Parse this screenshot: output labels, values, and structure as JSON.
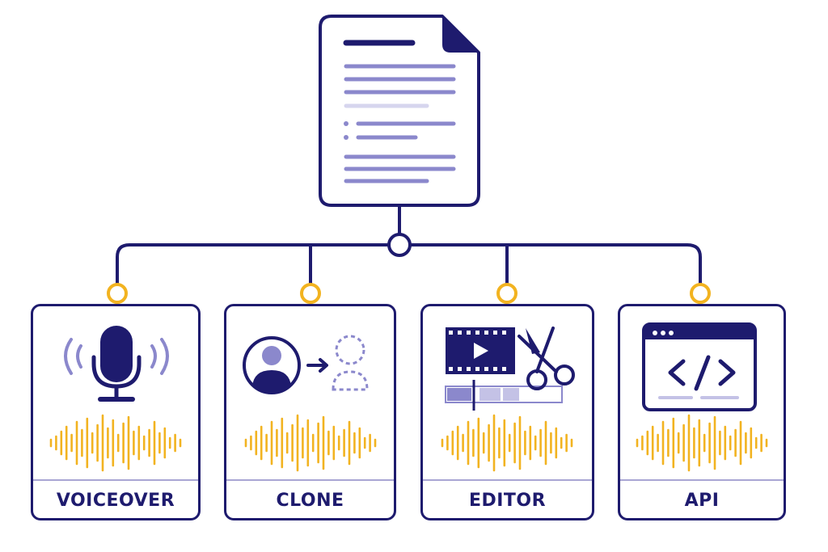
{
  "diagram": {
    "source": {
      "icon": "document-icon"
    },
    "outputs": [
      {
        "label": "VOICEOVER",
        "icon": "microphone-icon"
      },
      {
        "label": "CLONE",
        "icon": "voice-clone-icon"
      },
      {
        "label": "EDITOR",
        "icon": "video-editor-icon"
      },
      {
        "label": "API",
        "icon": "code-window-icon"
      }
    ],
    "colors": {
      "primary": "#1e1b6e",
      "accent_light": "#8b88cc",
      "highlight": "#f2b320"
    }
  }
}
